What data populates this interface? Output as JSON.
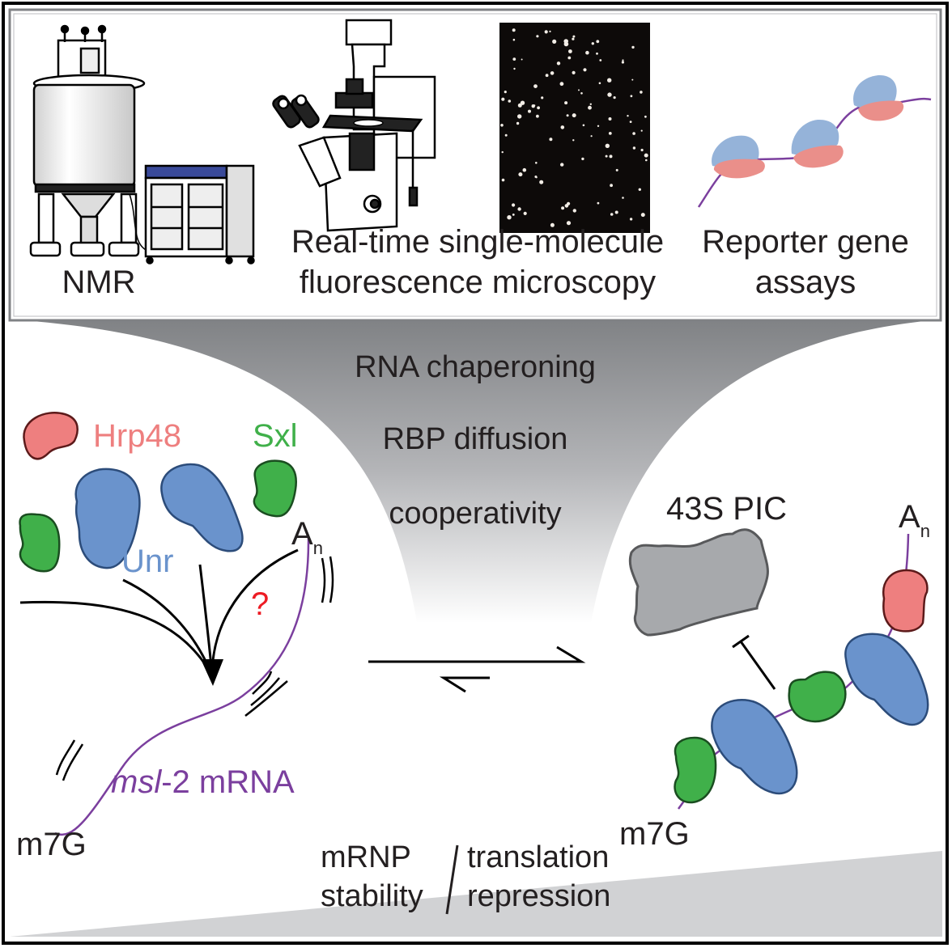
{
  "figure": {
    "type": "graphical-abstract",
    "colors": {
      "hrp48": "#ee7f7f",
      "sxl": "#40b04a",
      "unr": "#6a93cc",
      "mrna": "#7b3f9e",
      "question": "#ed1c24",
      "ribosome": "#a7a9ac",
      "text": "#231f20"
    }
  },
  "methods": {
    "items": [
      {
        "id": "nmr",
        "icon": "nmr-spectrometer-icon",
        "label": "NMR"
      },
      {
        "id": "smfm",
        "icon": "microscope-icon",
        "label_line1": "Real-time single-molecule",
        "label_line2": "fluorescence microscopy"
      },
      {
        "id": "reporter",
        "icon": "translating-ribosomes-icon",
        "label_line1": "Reporter gene",
        "label_line2": "assays"
      }
    ]
  },
  "funnel": {
    "concepts": [
      "RNA chaperoning",
      "RBP diffusion",
      "cooperativity"
    ]
  },
  "left_panel": {
    "proteins": {
      "hrp48": "Hrp48",
      "sxl": "Sxl",
      "unr": "Unr"
    },
    "question_mark": "?",
    "polyA": {
      "base": "A",
      "sub": "n"
    },
    "cap": "m7G",
    "mrna_label_italic": "msl",
    "mrna_label_rest": "-2 mRNA"
  },
  "equilibrium": {
    "icon": "equilibrium-arrows-icon",
    "direction": "forward-favored"
  },
  "right_panel": {
    "ribosome_label": "43S PIC",
    "polyA": {
      "base": "A",
      "sub": "n"
    },
    "cap": "m7G",
    "inhibition_icon": "inhibition-bar-icon"
  },
  "outcome": {
    "left_line1": "mRNP",
    "left_line2": "stability",
    "right_line1": "translation",
    "right_line2": "repression"
  }
}
